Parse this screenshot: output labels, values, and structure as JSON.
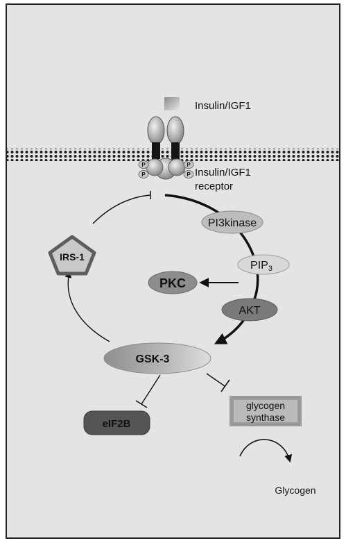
{
  "labels": {
    "ligand": "Insulin/IGF1",
    "receptor_line1": "Insulin/IGF1",
    "receptor_line2": "receptor",
    "phospho": "P",
    "pi3k": "PI3kinase",
    "pip3_base": "PIP",
    "pip3_sub": "3",
    "pkc": "PKC",
    "akt": "AKT",
    "gsk3": "GSK-3",
    "irs1": "IRS-1",
    "eif2b": "eIF2B",
    "gs_line1": "glycogen",
    "gs_line2": "synthase",
    "glycogen": "Glycogen"
  },
  "colors": {
    "background": "#e4e4e4",
    "frame": "#222222",
    "membrane": "#1e1e1e",
    "receptor_dark": "#151515",
    "receptor_light": "#c8c8c8",
    "pi3k_fill": "#bdbdbd",
    "pip3_fill": "#d9d9d9",
    "pkc_fill": "#8d8d8d",
    "akt_fill": "#7a7a7a",
    "gsk3_fill": "#a9a9a9",
    "irs1_fill": "#c9c9c9",
    "irs1_border": "#5d5d5d",
    "eif2b_fill": "#555555",
    "gs_outer": "#9a9a9a",
    "gs_inner": "#bababa",
    "arrow": "#111111",
    "text": "#111111"
  }
}
